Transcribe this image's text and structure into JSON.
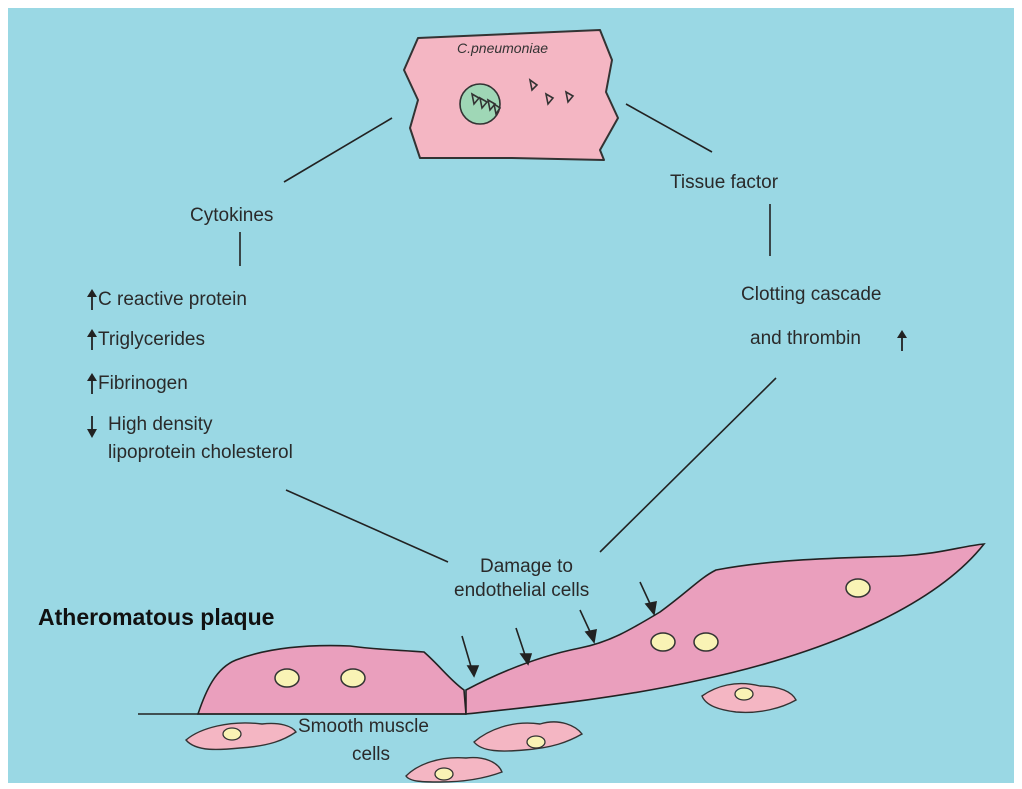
{
  "organism": "C.pneumoniae",
  "left_branch": {
    "label": "Cytokines",
    "effects": [
      {
        "direction": "up",
        "text": "C reactive protein"
      },
      {
        "direction": "up",
        "text": "Triglycerides"
      },
      {
        "direction": "up",
        "text": "Fibrinogen"
      },
      {
        "direction": "down",
        "text": "High density",
        "text2": "lipoprotein cholesterol"
      }
    ]
  },
  "right_branch": {
    "label": "Tissue factor",
    "effect_line1": "Clotting cascade",
    "effect_line2": "and thrombin",
    "effect_direction": "up"
  },
  "damage": {
    "line1": "Damage to",
    "line2": "endothelial cells"
  },
  "plaque_title": "Atheromatous plaque",
  "smooth_muscle": {
    "line1": "Smooth muscle",
    "line2": "cells"
  },
  "colors": {
    "background": "#9ad8e4",
    "cell_fill": "#f4b6c3",
    "plaque_fill": "#ea9fbd",
    "nucleus_fill": "#f9f3b5",
    "inclusion_fill": "#9fd7b6",
    "line": "#222222"
  }
}
